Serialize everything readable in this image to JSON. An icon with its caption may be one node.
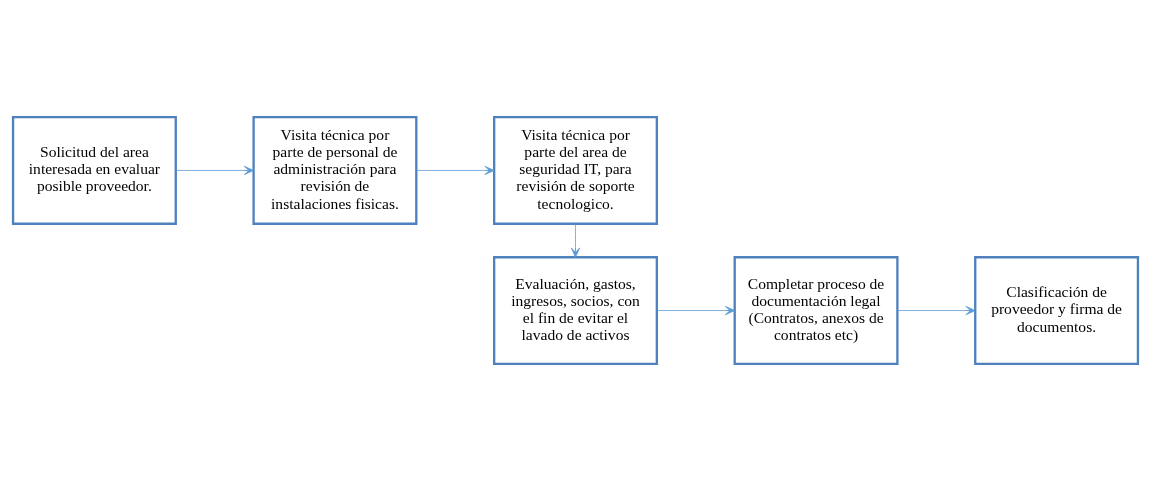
{
  "diagram": {
    "nodes": [
      {
        "text": [
          "Solicitud del area interesada en evaluar posible proveedor."
        ]
      },
      {
        "text": [
          "Visita técnica por parte de personal de administración para revisión de instalaciones fisicas."
        ]
      },
      {
        "text": [
          "Visita técnica por parte del area de seguridad IT, para revisión de soporte tecnologico."
        ]
      },
      {
        "text": [
          "Evaluación, gastos, ingresos, socios, con el fin de evitar el lavado de activos"
        ]
      },
      {
        "text": [
          "Completar proceso de documentación legal (Contratos, anexos de contratos etc)"
        ]
      },
      {
        "text": [
          "Clasificación de proveedor y firma de documentos."
        ]
      }
    ],
    "edges": [
      {
        "from": 0,
        "to": 1,
        "arrow": "to"
      },
      {
        "from": 1,
        "to": 2,
        "arrow": "to"
      },
      {
        "from": 2,
        "to": 3,
        "arrow": "to"
      },
      {
        "from": 3,
        "to": 4,
        "arrow": "to"
      },
      {
        "from": 4,
        "to": 5,
        "arrow": "to"
      }
    ]
  }
}
